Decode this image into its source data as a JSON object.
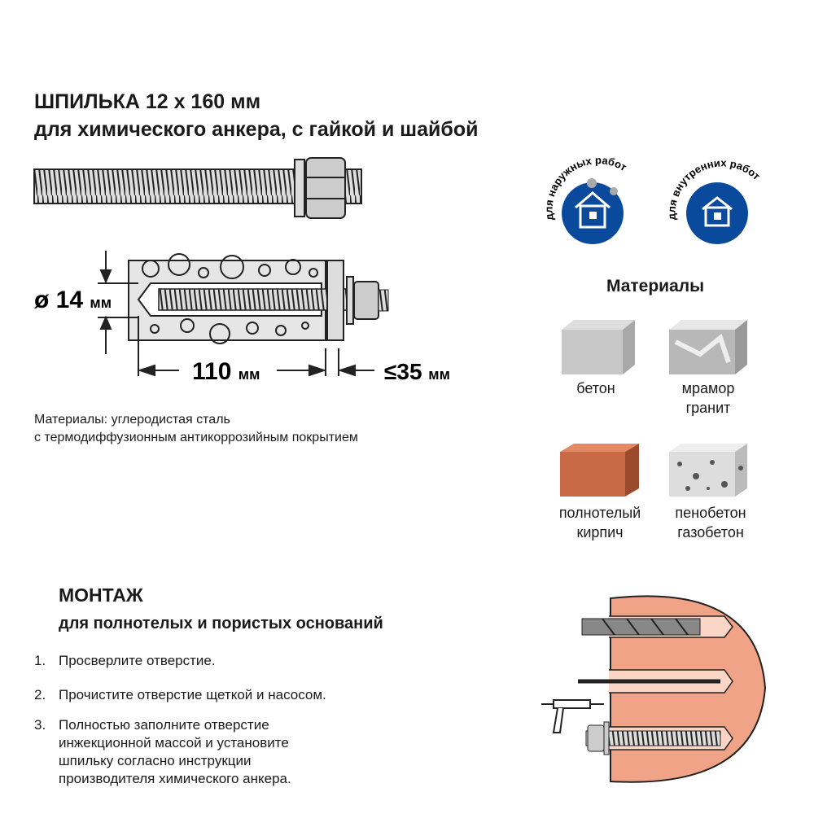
{
  "title": {
    "line1": "ШПИЛЬКА 12 х 160 мм",
    "line2": "для химического анкера, с гайкой и шайбой"
  },
  "diagram": {
    "diameter_symbol": "ø",
    "diameter": "14",
    "diameter_unit": "мм",
    "depth": "110",
    "depth_unit": "мм",
    "thickness": "≤35",
    "thickness_unit": "мм"
  },
  "material_description": {
    "line1": "Материалы: углеродистая сталь",
    "line2": "с термодиффузионным антикоррозийным покрытием"
  },
  "badges": [
    {
      "label": "для наружных работ",
      "icon": "house-outdoor-icon"
    },
    {
      "label": "для внутренних работ",
      "icon": "house-indoor-icon"
    }
  ],
  "badge_color": "#0a4a9c",
  "materials": {
    "heading": "Материалы",
    "items": [
      {
        "line1": "бетон",
        "line2": ""
      },
      {
        "line1": "мрамор",
        "line2": "гранит"
      },
      {
        "line1": "полнотелый",
        "line2": "кирпич"
      },
      {
        "line1": "пенобетон",
        "line2": "газобетон"
      }
    ]
  },
  "installation": {
    "heading": "МОНТАЖ",
    "subheading": "для полнотелых и пористых оснований",
    "steps": [
      {
        "n": "1.",
        "lines": [
          "Просверлите отверстие."
        ]
      },
      {
        "n": "2.",
        "lines": [
          "Прочистите отверстие щеткой и насосом."
        ]
      },
      {
        "n": "3.",
        "lines": [
          "Полностью заполните отверстие",
          "инжекционной массой и установите",
          "шпильку согласно инструкции",
          "производителя химического анкера."
        ]
      }
    ]
  }
}
